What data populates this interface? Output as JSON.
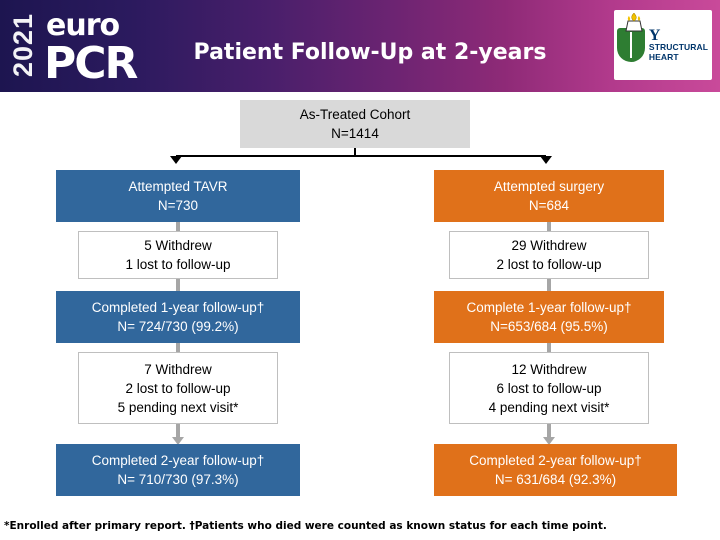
{
  "header": {
    "year": "2021",
    "brand_top": "euro",
    "brand_bottom": "PCR",
    "title": "Patient Follow-Up at 2-years",
    "badge": {
      "letter": "Y",
      "line1": "STRUCTURAL",
      "line2": "HEART",
      "icon": "yale-torch-shield-icon"
    }
  },
  "flow": {
    "cohort": {
      "line1": "As-Treated Cohort",
      "line2": "N=1414"
    },
    "left": {
      "arm": {
        "line1": "Attempted TAVR",
        "line2": "N=730"
      },
      "loss1": {
        "line1": "5 Withdrew",
        "line2": "1 lost to follow-up"
      },
      "fu1": {
        "line1": "Completed 1-year follow-up†",
        "line2": "N= 724/730 (99.2%)"
      },
      "loss2": {
        "line1": "7 Withdrew",
        "line2": "2 lost to follow-up",
        "line3": "5 pending next visit*"
      },
      "fu2": {
        "line1": "Completed 2-year follow-up†",
        "line2": "N= 710/730 (97.3%)"
      }
    },
    "right": {
      "arm": {
        "line1": "Attempted surgery",
        "line2": "N=684"
      },
      "loss1": {
        "line1": "29 Withdrew",
        "line2": "2 lost to follow-up"
      },
      "fu1": {
        "line1": "Complete 1-year follow-up†",
        "line2": "N=653/684 (95.5%)"
      },
      "loss2": {
        "line1": "12 Withdrew",
        "line2": "6 lost to follow-up",
        "line3": "4 pending next visit*"
      },
      "fu2": {
        "line1": "Completed 2-year follow-up†",
        "line2": "N= 631/684 (92.3%)"
      }
    }
  },
  "footnote": "*Enrolled after primary report. †Patients who died were counted as known status for each time point.",
  "colors": {
    "blue": "#31679c",
    "orange": "#e0711a",
    "gray_header": "#d9d9d9",
    "connector": "#a6a6a6"
  }
}
